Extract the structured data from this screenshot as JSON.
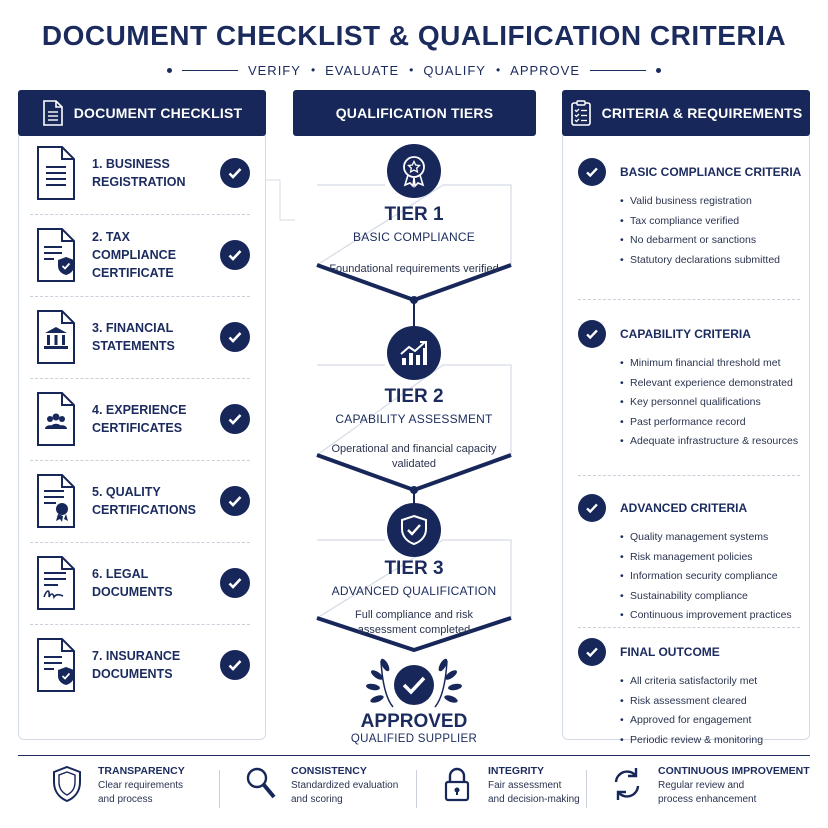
{
  "header": {
    "title": "DOCUMENT CHECKLIST & QUALIFICATION CRITERIA",
    "subtitle": [
      "VERIFY",
      "EVALUATE",
      "QUALIFY",
      "APPROVE"
    ],
    "subtitle_sep": "•"
  },
  "columns": {
    "checklist": "DOCUMENT CHECKLIST",
    "tiers": "QUALIFICATION TIERS",
    "criteria": "CRITERIA & REQUIREMENTS"
  },
  "documents": [
    {
      "label": "1. BUSINESS REGISTRATION",
      "icon": "document-icon"
    },
    {
      "label": "2. TAX COMPLIANCE CERTIFICATE",
      "icon": "document-shield-icon"
    },
    {
      "label": "3. FINANCIAL STATEMENTS",
      "icon": "document-bank-icon"
    },
    {
      "label": "4. EXPERIENCE CERTIFICATES",
      "icon": "document-people-icon"
    },
    {
      "label": "5. QUALITY CERTIFICATIONS",
      "icon": "document-seal-icon"
    },
    {
      "label": "6. LEGAL DOCUMENTS",
      "icon": "document-signature-icon"
    },
    {
      "label": "7. INSURANCE DOCUMENTS",
      "icon": "document-shield-icon"
    }
  ],
  "tiers": [
    {
      "title": "TIER 1",
      "subtitle": "BASIC COMPLIANCE",
      "description": "Foundational requirements verified",
      "icon": "star-badge-icon"
    },
    {
      "title": "TIER 2",
      "subtitle": "CAPABILITY ASSESSMENT",
      "description": "Operational and financial capacity validated",
      "icon": "growth-chart-icon"
    },
    {
      "title": "TIER 3",
      "subtitle": "ADVANCED QUALIFICATION",
      "description": "Full compliance and risk assessment completed",
      "icon": "shield-check-icon"
    }
  ],
  "approved": {
    "title": "APPROVED",
    "subtitle": "QUALIFIED SUPPLIER",
    "icon": "laurel-check-icon"
  },
  "criteria": [
    {
      "title": "BASIC COMPLIANCE CRITERIA",
      "items": [
        "Valid business registration",
        "Tax compliance verified",
        "No debarment or sanctions",
        "Statutory declarations submitted"
      ]
    },
    {
      "title": "CAPABILITY CRITERIA",
      "items": [
        "Minimum financial threshold met",
        "Relevant experience demonstrated",
        "Key personnel qualifications",
        "Past performance record",
        "Adequate infrastructure & resources"
      ]
    },
    {
      "title": "ADVANCED CRITERIA",
      "items": [
        "Quality management systems",
        "Risk management policies",
        "Information security compliance",
        "Sustainability compliance",
        "Continuous improvement practices"
      ]
    },
    {
      "title": "FINAL OUTCOME",
      "items": [
        "All criteria satisfactorily met",
        "Risk assessment cleared",
        "Approved for engagement",
        "Periodic review & monitoring"
      ]
    }
  ],
  "principles": [
    {
      "title": "TRANSPARENCY",
      "desc1": "Clear requirements",
      "desc2": "and process",
      "icon": "shield-icon"
    },
    {
      "title": "CONSISTENCY",
      "desc1": "Standardized evaluation",
      "desc2": "and scoring",
      "icon": "magnifier-icon"
    },
    {
      "title": "INTEGRITY",
      "desc1": "Fair assessment",
      "desc2": "and decision-making",
      "icon": "padlock-icon"
    },
    {
      "title": "CONTINUOUS IMPROVEMENT",
      "desc1": "Regular review and",
      "desc2": "process enhancement",
      "icon": "refresh-cycle-icon"
    }
  ],
  "colors": {
    "navy": "#172759",
    "border": "#d5dbe6",
    "text": "#2b3450"
  }
}
